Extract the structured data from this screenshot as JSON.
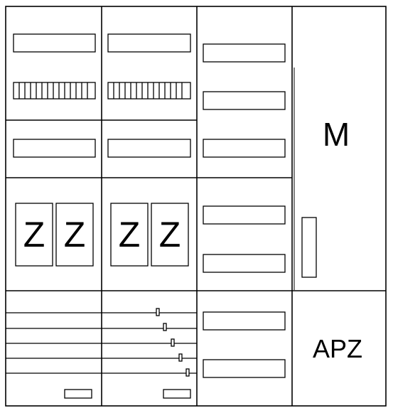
{
  "diagram": {
    "meter_panel_label": "M",
    "apz_label": "APZ",
    "meter_symbols": [
      "Z",
      "Z",
      "Z",
      "Z"
    ],
    "colors": {
      "stroke": "#000000",
      "background": "#ffffff"
    }
  }
}
